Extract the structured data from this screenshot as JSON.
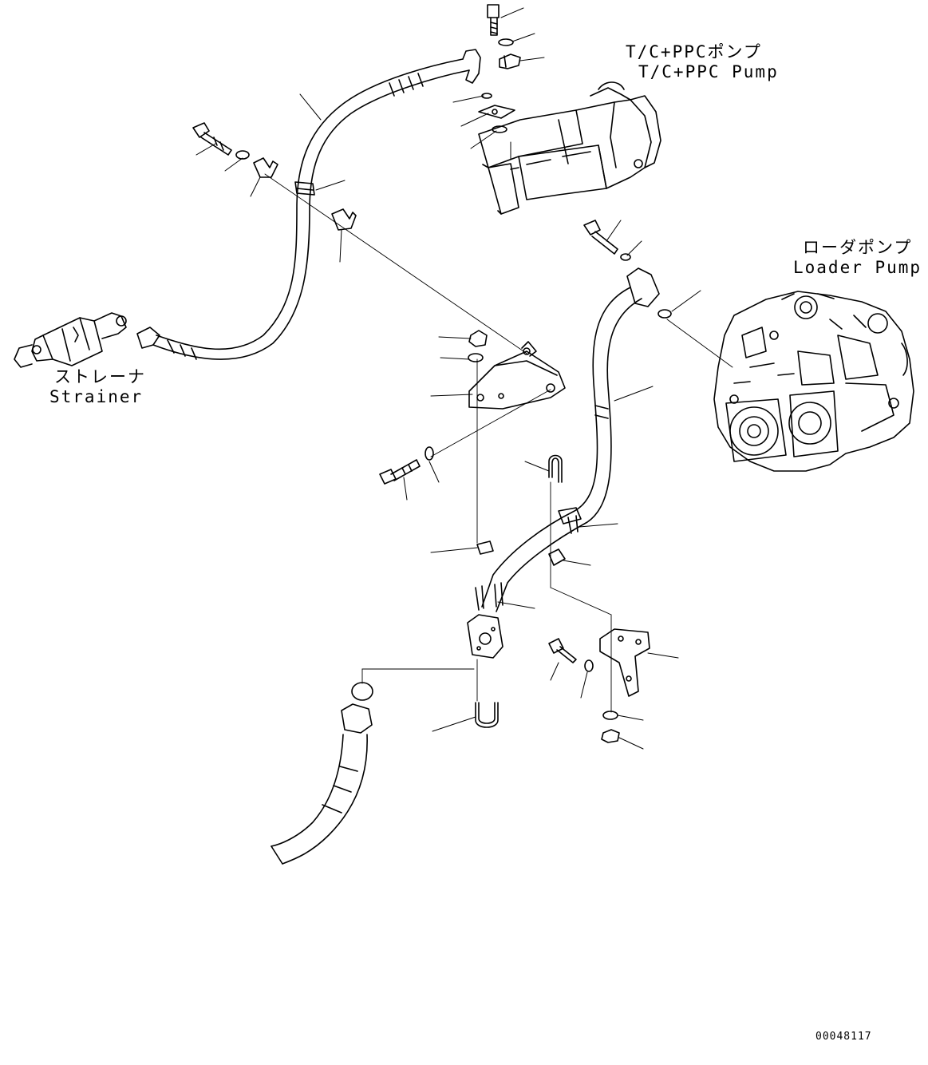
{
  "labels": {
    "tc_ppc_pump_jp": "T/C+PPCポンプ",
    "tc_ppc_pump_en": "T/C+PPC Pump",
    "loader_pump_jp": "ローダポンプ",
    "loader_pump_en": "Loader Pump",
    "strainer_jp": "ストレーナ",
    "strainer_en": "Strainer"
  },
  "document_number": "00048117",
  "colors": {
    "line": "#000000",
    "background": "#ffffff"
  }
}
